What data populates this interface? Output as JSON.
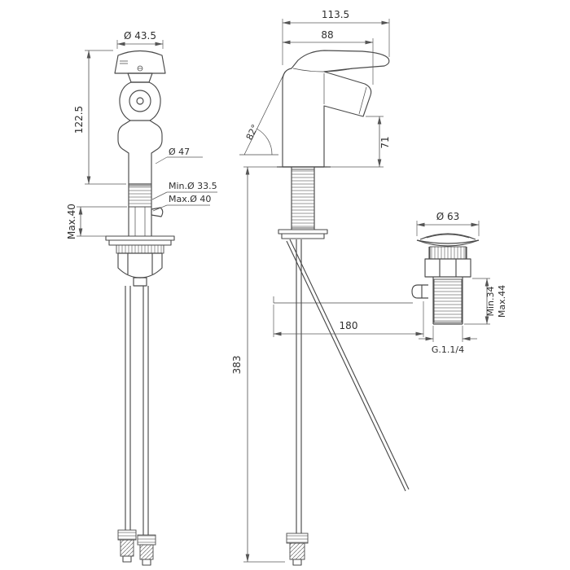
{
  "colors": {
    "background": "#ffffff",
    "line": "#4a4a4a",
    "dim_line": "#5a5a5a",
    "text": "#2f2f2f"
  },
  "front_view": {
    "dim_spout_diameter": "Ø 43.5",
    "dim_height_to_deck": "122.5",
    "dim_body_diameter": "Ø 47",
    "dim_hole_min": "Min.Ø 33.5",
    "dim_hole_max": "Max.Ø 40",
    "dim_deck_thickness_max": "Max.40"
  },
  "side_view": {
    "dim_overall_depth": "113.5",
    "dim_spout_reach": "88",
    "dim_spout_angle": "82°",
    "dim_outlet_height": "71",
    "dim_supply_length": "383",
    "dim_drain_offset": "180"
  },
  "drain_detail": {
    "dim_flange_diameter": "Ø 63",
    "dim_depth_min": "Min.34",
    "dim_depth_max": "Max.44",
    "dim_thread_size": "G.1.1/4"
  }
}
